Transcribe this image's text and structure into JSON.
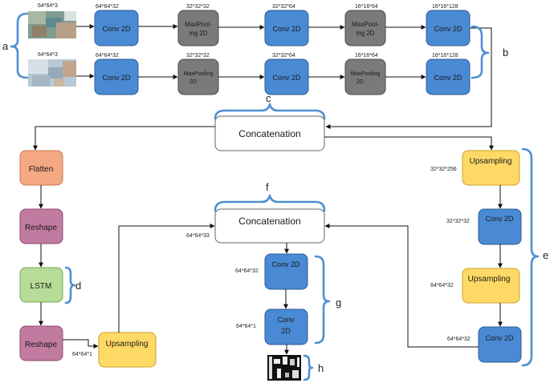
{
  "nodes": {
    "conv1a": {
      "label": "Conv 2D",
      "dims": "64*64*32"
    },
    "pool1a": {
      "label1": "MaxPool-",
      "label2": "ing 2D",
      "dims": "32*32*32"
    },
    "conv2a": {
      "label": "Conv 2D",
      "dims": "32*32*64"
    },
    "pool2a": {
      "label1": "MaxPool-",
      "label2": "ing 2D",
      "dims": "16*16*64"
    },
    "conv3a": {
      "label": "Conv 2D",
      "dims": "16*16*128"
    },
    "conv1b": {
      "label": "Conv 2D",
      "dims": "64*64*32"
    },
    "pool1b": {
      "label1": "MaxPooling",
      "label2": "2D",
      "dims": "32*32*32"
    },
    "conv2b": {
      "label": "Conv 2D",
      "dims": "32*32*64"
    },
    "pool2b": {
      "label1": "MaxPooling",
      "label2": "2D",
      "dims": "16*16*64"
    },
    "conv3b": {
      "label": "Conv 2D",
      "dims": "16*16*128"
    },
    "concat1": {
      "label": "Concatenation"
    },
    "flatten": {
      "label": "Flatten"
    },
    "reshape1": {
      "label": "Reshape"
    },
    "lstm": {
      "label": "LSTM"
    },
    "reshape2": {
      "label": "Reshape"
    },
    "upsamp_left": {
      "label": "Upsampling",
      "dims": "64*64*1"
    },
    "concat2": {
      "label": "Concatenation",
      "dims": "64*64*33"
    },
    "conv_g1": {
      "label": "Conv 2D",
      "dims": "64*64*32"
    },
    "conv_g2": {
      "label1": "Conv",
      "label2": "2D",
      "dims": "64*64*1"
    },
    "up_e1": {
      "label": "Upsampling",
      "dims": "32*32*256"
    },
    "conv_e1": {
      "label": "Conv 2D",
      "dims": "32*32*32"
    },
    "up_e2": {
      "label": "Upsampling",
      "dims": "64*64*32"
    },
    "conv_e2": {
      "label": "Conv 2D",
      "dims": "64*64*32"
    }
  },
  "inputs": {
    "image_a": {
      "dims": "64*64*3"
    },
    "image_b": {
      "dims": "64*64*3"
    }
  },
  "markers": {
    "a": "a",
    "b": "b",
    "c": "c",
    "d": "d",
    "e": "e",
    "f": "f",
    "g": "g",
    "h": "h"
  },
  "colors": {
    "conv": "#4a8ad4",
    "conv_stroke": "#2c5c95",
    "pool": "#7a7a7a",
    "pool_stroke": "#4a4a4a",
    "upsampling": "#ffd966",
    "upsampling_stroke": "#c9a227",
    "flatten": "#f4a983",
    "flatten_stroke": "#c8754e",
    "reshape": "#c27ba0",
    "reshape_stroke": "#8e4a70",
    "lstm": "#b6dc97",
    "lstm_stroke": "#7aa65a",
    "brace": "#4f8fd1"
  }
}
